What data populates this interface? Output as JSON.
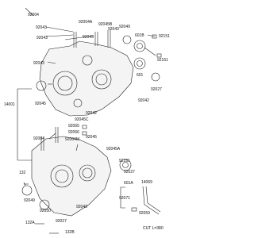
{
  "diagram": {
    "part_numbers": {
      "p92004_top": "92004",
      "p92004a": "92004A",
      "p92043_a": "92043",
      "p92043_b": "92043",
      "p92045b": "92045B",
      "p92043_c": "92043",
      "p92049": "92049",
      "p601b": "601B",
      "p92151_a": "92151",
      "p92043_d": "92043",
      "p92151_b": "92151",
      "p601": "601",
      "p14001": "14001",
      "p92045": "92045",
      "p92027": "92027",
      "p92042": "92042",
      "p92045c": "92045C",
      "p92065": "92065",
      "p92066": "92066",
      "p92004_mid": "92004",
      "p92004m": "92004M",
      "p92045_b": "92045",
      "p92045a": "92045A",
      "p132": "132",
      "p92049_b": "92049",
      "p92050": "92050",
      "p92151_c": "92151",
      "p92027_b": "92027",
      "p601a": "601A",
      "p14069": "14069",
      "p92071": "92071",
      "p92059": "92059",
      "p132a": "132A",
      "p132b": "132B",
      "cut_note": "CUT L=380"
    }
  }
}
